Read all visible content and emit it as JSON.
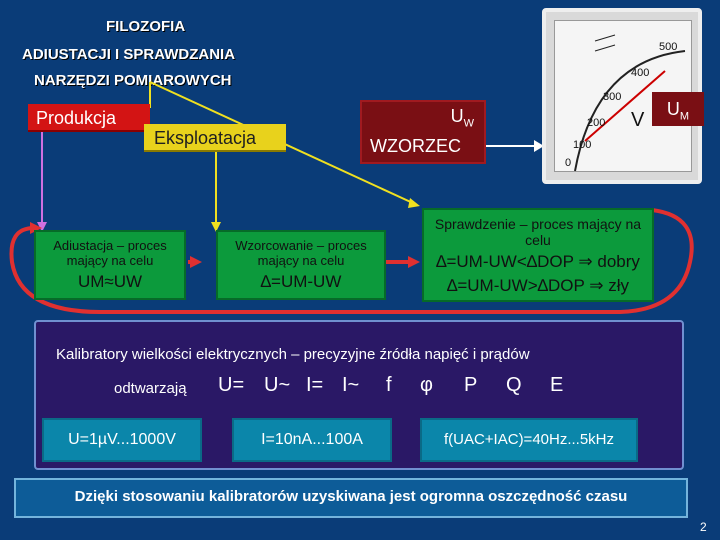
{
  "title": {
    "line1": "FILOZOFIA",
    "line2": "ADIUSTACJI I SPRAWDZANIA",
    "line3": "NARZĘDZI POMIAROWYCH"
  },
  "flow": {
    "produkcja": "Produkcja",
    "eksploatacja": "Eksploatacja",
    "wzorzec_uw": "U",
    "wzorzec_uw_sub": "W",
    "wzorzec_label": "WZORZEC",
    "um": "U",
    "um_sub": "M"
  },
  "meter": {
    "scale_400": "400",
    "scale_500": "500",
    "scale_300": "300",
    "scale_200": "200",
    "scale_100": "100",
    "scale_0": "0",
    "unit": "V"
  },
  "steps": {
    "adiustacja_text": "Adiustacja – proces mający na celu",
    "adiustacja_formula": "UM≈UW",
    "wzorcowanie_text": "Wzorcowanie – proces mający na celu",
    "wzorcowanie_formula": "∆=UM-UW",
    "sprawdzenie_text": "Sprawdzenie – proces mający na celu",
    "sprawdzenie_line1": "∆=UM-UW<∆DOP ⇒ dobry",
    "sprawdzenie_line2": "∆=UM-UW>∆DOP ⇒ zły"
  },
  "kalibratory": {
    "heading": "Kalibratory wielkości elektrycznych – precyzyjne źródła napięć i prądów",
    "odtwarzaja": "odtwarzają",
    "symbols": [
      "U=",
      "U~",
      "I=",
      "I~",
      "f",
      "φ",
      "P",
      "Q",
      "E"
    ]
  },
  "ranges": {
    "voltage": "U=1µV...1000V",
    "current": "I=10nA...100A",
    "frequency": "f(UAC+IAC)=40Hz...5kHz"
  },
  "banner": "Dzięki stosowaniu kalibratorów uzyskiwana jest ogromna oszczędność czasu",
  "page_number": "2",
  "colors": {
    "background": "#0a3c78",
    "red": "#d31414",
    "yellow": "#e8d21c",
    "green": "#0c9a3c",
    "purple": "#2a1866",
    "teal": "#0b86aa"
  }
}
